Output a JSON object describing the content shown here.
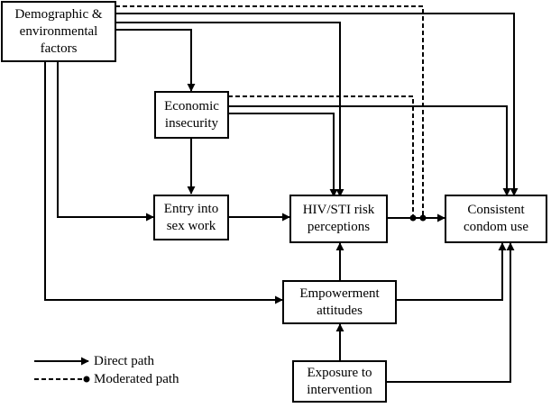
{
  "nodes": {
    "demographic": "Demographic &\nenvironmental\nfactors",
    "economic": "Economic\ninsecurity",
    "entry": "Entry into\nsex work",
    "risk": "HIV/STI risk\nperceptions",
    "condom": "Consistent\ncondom use",
    "empowerment": "Empowerment\nattitudes",
    "exposure": "Exposure to\nintervention"
  },
  "legend": {
    "direct": "Direct path",
    "moderated": "Moderated path"
  },
  "edges": [
    {
      "from": "demographic",
      "to": "economic",
      "type": "direct"
    },
    {
      "from": "demographic",
      "to": "entry",
      "type": "direct"
    },
    {
      "from": "demographic",
      "to": "risk",
      "type": "direct"
    },
    {
      "from": "demographic",
      "to": "condom",
      "type": "direct"
    },
    {
      "from": "demographic",
      "to": "empowerment",
      "type": "direct"
    },
    {
      "from": "demographic",
      "to": "risk-condom path",
      "type": "moderated"
    },
    {
      "from": "economic",
      "to": "entry",
      "type": "direct"
    },
    {
      "from": "economic",
      "to": "risk",
      "type": "direct"
    },
    {
      "from": "economic",
      "to": "condom",
      "type": "direct"
    },
    {
      "from": "economic",
      "to": "risk-condom path",
      "type": "moderated"
    },
    {
      "from": "entry",
      "to": "risk",
      "type": "direct"
    },
    {
      "from": "risk",
      "to": "condom",
      "type": "direct"
    },
    {
      "from": "empowerment",
      "to": "risk",
      "type": "direct"
    },
    {
      "from": "empowerment",
      "to": "condom",
      "type": "direct"
    },
    {
      "from": "exposure",
      "to": "empowerment",
      "type": "direct"
    },
    {
      "from": "exposure",
      "to": "condom",
      "type": "direct"
    }
  ]
}
